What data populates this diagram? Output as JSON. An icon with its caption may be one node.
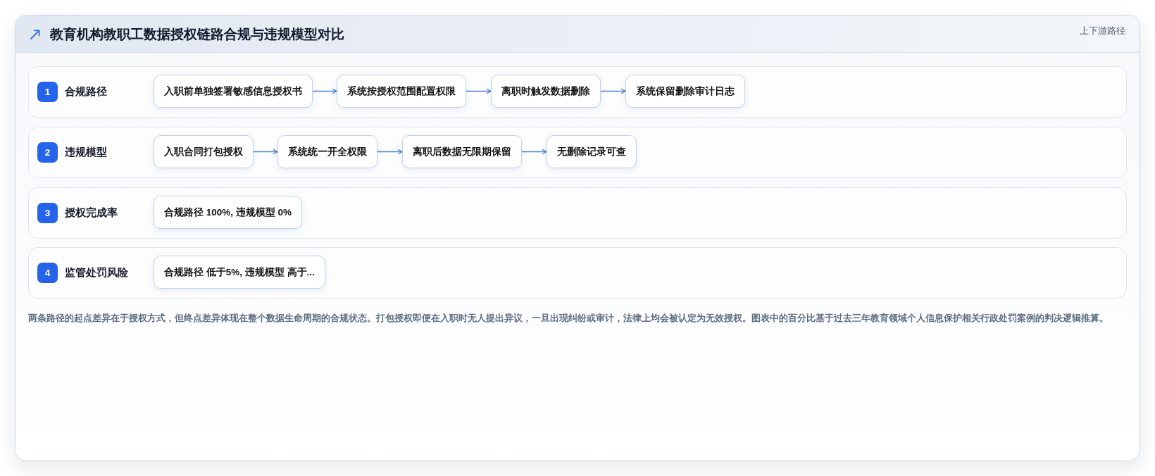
{
  "diagram": {
    "title": "教育机构教职工数据授权链路合规与违规模型对比",
    "caption": "两条路径的起点差异在于授权方式，但终点差异体现在整个数据生命周期的合规状态。打包授权即便在入职时无人提出异议，一旦出现纠纷或审计，法律上均会被认定为无效授权。图表中的百分比基于过去三年教育领域个人信息保护相关行政处罚案例的判决逻辑推算。",
    "nodes": [
      {
        "text": [
          "合规路径"
        ]
      },
      {
        "text": [
          "1"
        ],
        "in": 0
      },
      {
        "text": [
          "入职前单独签署敏感信息授权书"
        ],
        "in": 0
      },
      {
        "text": [
          "系统按授权范围配置权限"
        ],
        "in": 0
      },
      {
        "text": [
          "离职时触发数据删除"
        ],
        "in": 0
      },
      {
        "text": [
          "系统保留删除审计日志"
        ],
        "in": 0
      },
      {
        "text": [
          "违规模型"
        ]
      },
      {
        "text": [
          "2"
        ],
        "in": 6
      },
      {
        "text": [
          "入职合同打包授权"
        ],
        "in": 6
      },
      {
        "text": [
          "系统统一开全权限"
        ],
        "in": 6
      },
      {
        "text": [
          "离职后数据无限期保留"
        ],
        "in": 6
      },
      {
        "text": [
          "无删除记录可查"
        ],
        "in": 6
      },
      {
        "text": [
          "授权完成率"
        ]
      },
      {
        "text": [
          "3"
        ],
        "in": 12
      },
      {
        "text": [
          "合规路径 100%, 违规模型 0%"
        ],
        "in": 12
      },
      {
        "text": [
          "监管处罚风险"
        ]
      },
      {
        "text": [
          "4"
        ],
        "in": 15
      },
      {
        "text": [
          "合规路径 低于5%, 违规模型 高于..."
        ],
        "in": 15
      }
    ],
    "edges": [
      {
        "from": 2,
        "to": 3,
        "arrow": "to"
      },
      {
        "from": 3,
        "to": 4,
        "arrow": "to"
      },
      {
        "from": 4,
        "to": 5,
        "arrow": "to"
      },
      {
        "from": 8,
        "to": 9,
        "arrow": "to"
      },
      {
        "from": 9,
        "to": 10,
        "arrow": "to"
      },
      {
        "from": 10,
        "to": 11,
        "arrow": "to"
      }
    ],
    "labels": [
      "上下游路径"
    ]
  }
}
